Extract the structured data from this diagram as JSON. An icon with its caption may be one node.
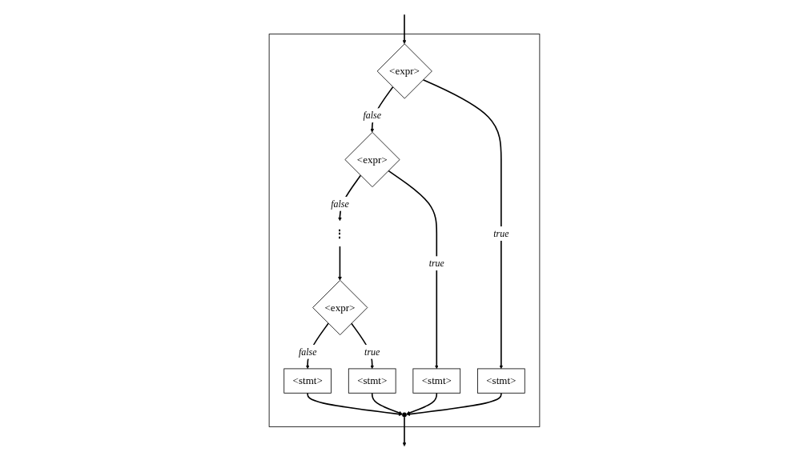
{
  "diagram": {
    "nodes": [
      {
        "text": [],
        "shape": "box"
      },
      {
        "text": [
          "<expr>"
        ],
        "in": 0
      },
      {
        "text": [
          "<stmt>"
        ],
        "in": 0
      },
      {
        "text": [
          "<expr>"
        ],
        "in": 0
      },
      {
        "text": [
          "<stmt>"
        ],
        "in": 0
      },
      {
        "text": [
          "⋮"
        ],
        "in": 0
      },
      {
        "text": [
          "<expr>"
        ],
        "in": 0
      },
      {
        "text": [
          "<stmt>"
        ],
        "in": 0
      },
      {
        "text": [
          "<stmt>"
        ],
        "in": 0
      },
      {
        "text": [],
        "shape": "circle",
        "in": 0
      }
    ],
    "edges": [
      {
        "from": null,
        "to": 1,
        "arrow": "to"
      },
      {
        "from": 1,
        "to": 3,
        "label": "false",
        "arrow": "to"
      },
      {
        "from": 1,
        "to": 2,
        "label": "true",
        "arrow": "to"
      },
      {
        "from": 3,
        "to": 5,
        "label": "false",
        "arrow": "to"
      },
      {
        "from": 3,
        "to": 4,
        "label": "true",
        "arrow": "to"
      },
      {
        "from": 5,
        "to": 6,
        "arrow": "to"
      },
      {
        "from": 6,
        "to": 7,
        "label": "false",
        "arrow": "to"
      },
      {
        "from": 6,
        "to": 8,
        "label": "true",
        "arrow": "to"
      },
      {
        "from": 7,
        "to": 9,
        "arrow": "to"
      },
      {
        "from": 8,
        "to": 9,
        "arrow": "to"
      },
      {
        "from": 4,
        "to": 9,
        "arrow": "to"
      },
      {
        "from": 2,
        "to": 9,
        "arrow": "to"
      },
      {
        "from": 9,
        "to": null,
        "arrow": "to"
      }
    ]
  }
}
